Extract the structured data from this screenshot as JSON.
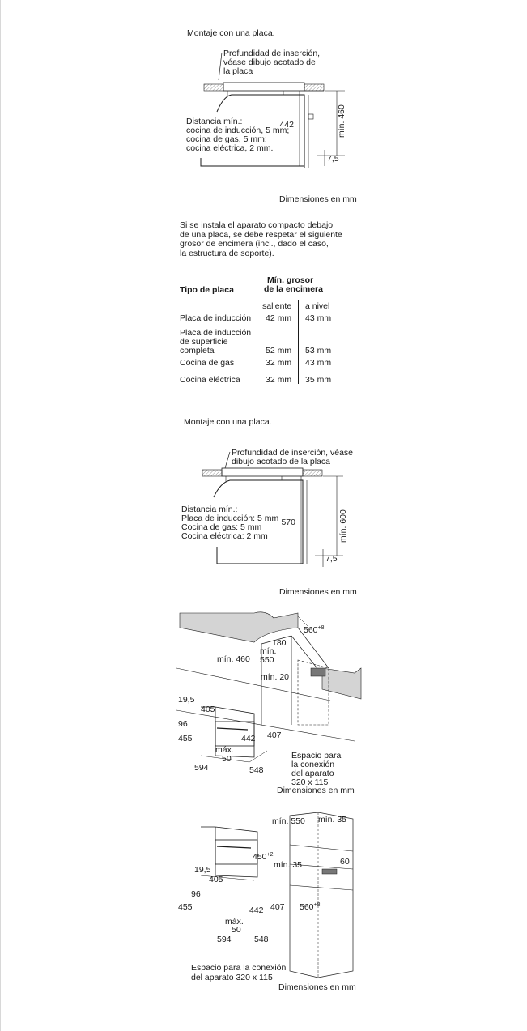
{
  "section1": {
    "caption": "Montaje con una placa.",
    "insertion_note": [
      "Profundidad de inserción,",
      "véase dibujo acotado de",
      "la placa"
    ],
    "distance_note": [
      "Distancia mín.:",
      "cocina de inducción, 5 mm;",
      "cocina de gas, 5 mm;",
      "cocina eléctrica, 2 mm."
    ],
    "dim_height": "442",
    "dim_min": "mín. 460",
    "dim_small": "7,5",
    "units": "Dimensiones en mm"
  },
  "paragraph": [
    "Si se instala el aparato compacto debajo",
    "de una placa, se debe respetar el siguiente",
    "grosor de encimera (incl., dado el caso,",
    "la estructura de soporte)."
  ],
  "table": {
    "header_left": "Tipo de placa",
    "header_right": [
      "Mín. grosor",
      "de la encimera"
    ],
    "sub_headers": [
      "saliente",
      "a nivel"
    ],
    "rows": [
      {
        "label": [
          "Placa de inducción"
        ],
        "saliente": "42 mm",
        "nivel": "43 mm"
      },
      {
        "label": [
          "Placa de inducción",
          "de superficie",
          "completa"
        ],
        "saliente": "52 mm",
        "nivel": "53 mm"
      },
      {
        "label": [
          "Cocina de gas"
        ],
        "saliente": "32 mm",
        "nivel": "43 mm"
      },
      {
        "label": [
          "Cocina eléctrica"
        ],
        "saliente": "32 mm",
        "nivel": "35 mm"
      }
    ]
  },
  "section2": {
    "caption": "Montaje con una placa.",
    "insertion_note": [
      "Profundidad de inserción, véase",
      "dibujo acotado de la placa"
    ],
    "distance_note": [
      "Distancia mín.:",
      "Placa de inducción: 5 mm",
      "Cocina de gas: 5 mm",
      "Cocina eléctrica: 2 mm"
    ],
    "dim_height": "570",
    "dim_min": "mín. 600",
    "dim_small": "7,5",
    "units": "Dimensiones en mm"
  },
  "section3": {
    "dims": {
      "d560": "560",
      "d560_sup": "+8",
      "d180": "180",
      "min460": "mín. 460",
      "min550": [
        "mín.",
        "550"
      ],
      "min20": "mín. 20",
      "d19_5": "19,5",
      "d405": "405",
      "d96": "96",
      "d455": "455",
      "d442": "442",
      "d407": "407",
      "max50": [
        "máx.",
        "50"
      ],
      "d594": "594",
      "d548": "548"
    },
    "conn_note": [
      "Espacio para",
      "la conexión",
      "del aparato",
      "320 x 115"
    ],
    "units": "Dimensiones en mm"
  },
  "section4": {
    "dims": {
      "min550": "mín. 550",
      "min35_top": "mín. 35",
      "d450": "450",
      "d450_sup": "+2",
      "min35": "mín. 35",
      "d60": "60",
      "d560": "560",
      "d560_sup": "+8",
      "d19_5": "19,5",
      "d405": "405",
      "d96": "96",
      "d455": "455",
      "d442": "442",
      "d407": "407",
      "max50": [
        "máx.",
        "50"
      ],
      "d594": "594",
      "d548": "548"
    },
    "conn_note": [
      "Espacio para la conexión",
      "del aparato 320 x 115"
    ],
    "units": "Dimensiones en mm"
  }
}
